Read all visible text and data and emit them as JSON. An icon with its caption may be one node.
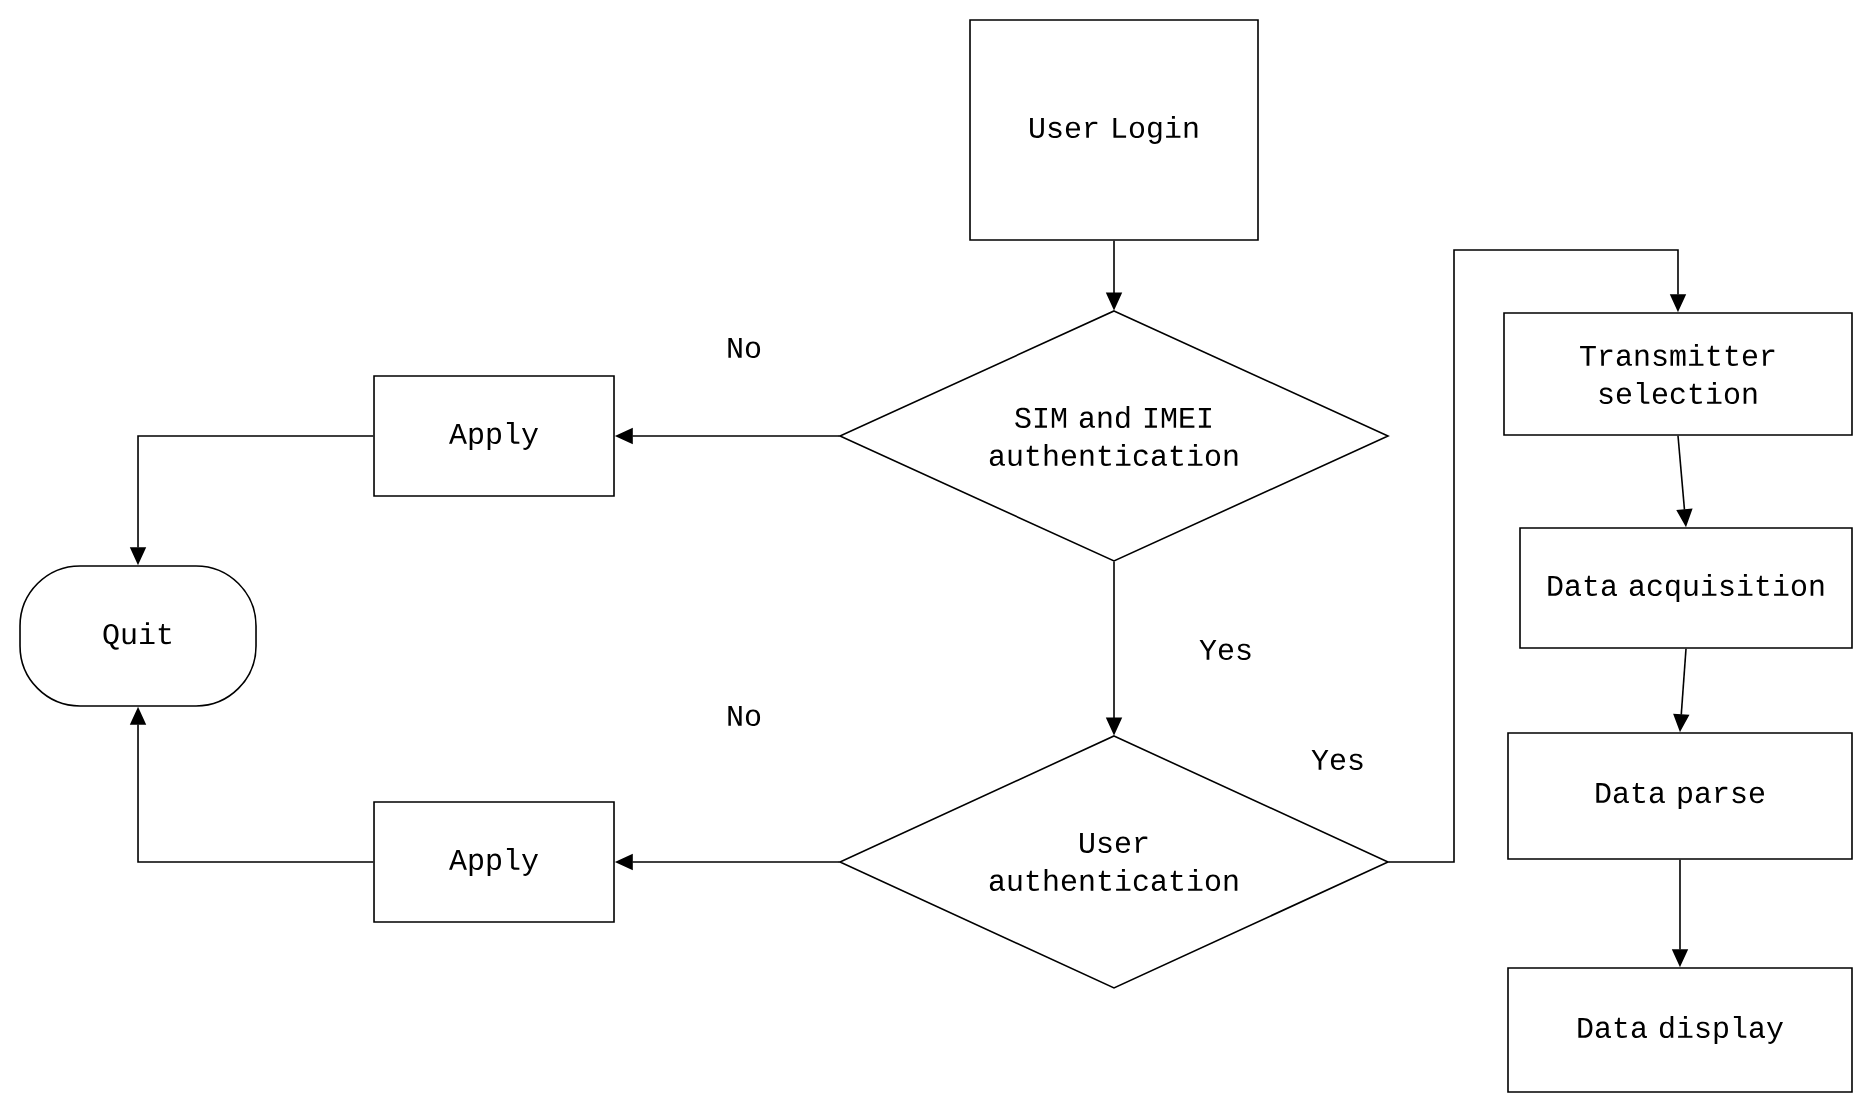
{
  "diagram": {
    "nodes": [
      {
        "text": [
          "User Login"
        ]
      },
      {
        "text": [
          "SIM and IMEI authentication"
        ]
      },
      {
        "text": [
          "Apply"
        ]
      },
      {
        "text": [
          "Quit"
        ]
      },
      {
        "text": [
          "User authentication"
        ]
      },
      {
        "text": [
          "Apply"
        ]
      },
      {
        "text": [
          "Transmitter selection"
        ]
      },
      {
        "text": [
          "Data acquisition"
        ]
      },
      {
        "text": [
          "Data parse"
        ]
      },
      {
        "text": [
          "Data display"
        ]
      }
    ],
    "edges": [
      {
        "from": 0,
        "to": 1,
        "arrow": "to"
      },
      {
        "from": 1,
        "to": 2,
        "arrow": "to",
        "label": "No"
      },
      {
        "from": 1,
        "to": 4,
        "arrow": "to",
        "label": "Yes"
      },
      {
        "from": 2,
        "to": 3,
        "arrow": "to"
      },
      {
        "from": 4,
        "to": 5,
        "arrow": "to",
        "label": "No"
      },
      {
        "from": 5,
        "to": 3,
        "arrow": "to"
      },
      {
        "from": 4,
        "to": 6,
        "arrow": "to",
        "label": "Yes"
      },
      {
        "from": 6,
        "to": 7,
        "arrow": "to"
      },
      {
        "from": 7,
        "to": 8,
        "arrow": "to"
      },
      {
        "from": 8,
        "to": 9,
        "arrow": "to"
      }
    ]
  }
}
